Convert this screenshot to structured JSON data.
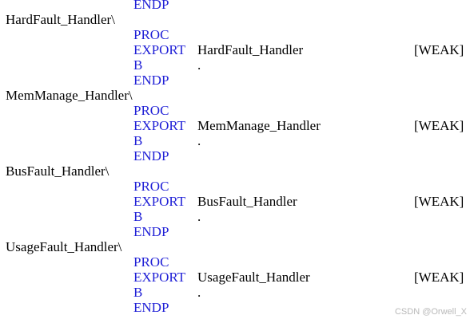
{
  "code_lines": [
    {
      "kind": "keyword",
      "text": "ENDP"
    },
    {
      "kind": "label",
      "text": "HardFault_Handler\\"
    },
    {
      "kind": "keyword",
      "text": "PROC"
    },
    {
      "kind": "export",
      "keyword": "EXPORT",
      "name": "HardFault_Handler",
      "attr": "[WEAK]"
    },
    {
      "kind": "branch",
      "keyword": "B",
      "target": "."
    },
    {
      "kind": "keyword",
      "text": "ENDP"
    },
    {
      "kind": "label",
      "text": "MemManage_Handler\\"
    },
    {
      "kind": "keyword",
      "text": "PROC"
    },
    {
      "kind": "export",
      "keyword": "EXPORT",
      "name": "MemManage_Handler",
      "attr": "[WEAK]"
    },
    {
      "kind": "branch",
      "keyword": "B",
      "target": "."
    },
    {
      "kind": "keyword",
      "text": "ENDP"
    },
    {
      "kind": "label",
      "text": "BusFault_Handler\\"
    },
    {
      "kind": "keyword",
      "text": "PROC"
    },
    {
      "kind": "export",
      "keyword": "EXPORT",
      "name": "BusFault_Handler",
      "attr": "[WEAK]"
    },
    {
      "kind": "branch",
      "keyword": "B",
      "target": "."
    },
    {
      "kind": "keyword",
      "text": "ENDP"
    },
    {
      "kind": "label",
      "text": "UsageFault_Handler\\"
    },
    {
      "kind": "keyword",
      "text": "PROC"
    },
    {
      "kind": "export",
      "keyword": "EXPORT",
      "name": "UsageFault_Handler",
      "attr": "[WEAK]"
    },
    {
      "kind": "branch",
      "keyword": "B",
      "target": "."
    },
    {
      "kind": "keyword",
      "text": "ENDP"
    }
  ],
  "watermark": "CSDN @Orwell_X",
  "colors": {
    "keyword": "#1f1fd6",
    "text": "#000000",
    "watermark": "#b9b9b9"
  }
}
